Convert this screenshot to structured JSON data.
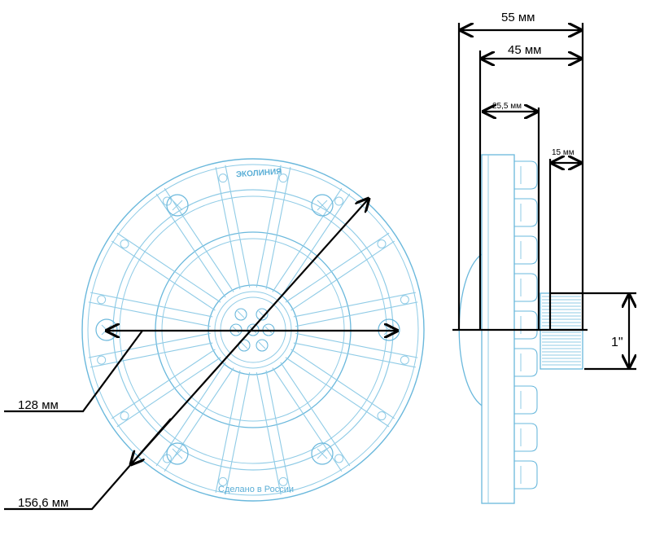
{
  "front_view": {
    "brand_text": "ЭКОЛИНИЯ",
    "made_in_text": "Сделано в России"
  },
  "dimensions": {
    "inner_diameter": "128 мм",
    "outer_diameter": "156,6 мм",
    "total_depth": "55 мм",
    "body_depth": "45 мм",
    "flange_depth": "25,5 мм",
    "thread_length": "15 мм",
    "thread_size": "1\""
  },
  "colors": {
    "drawing_lines": "#6ab8dc",
    "dimension_lines": "#000000"
  }
}
